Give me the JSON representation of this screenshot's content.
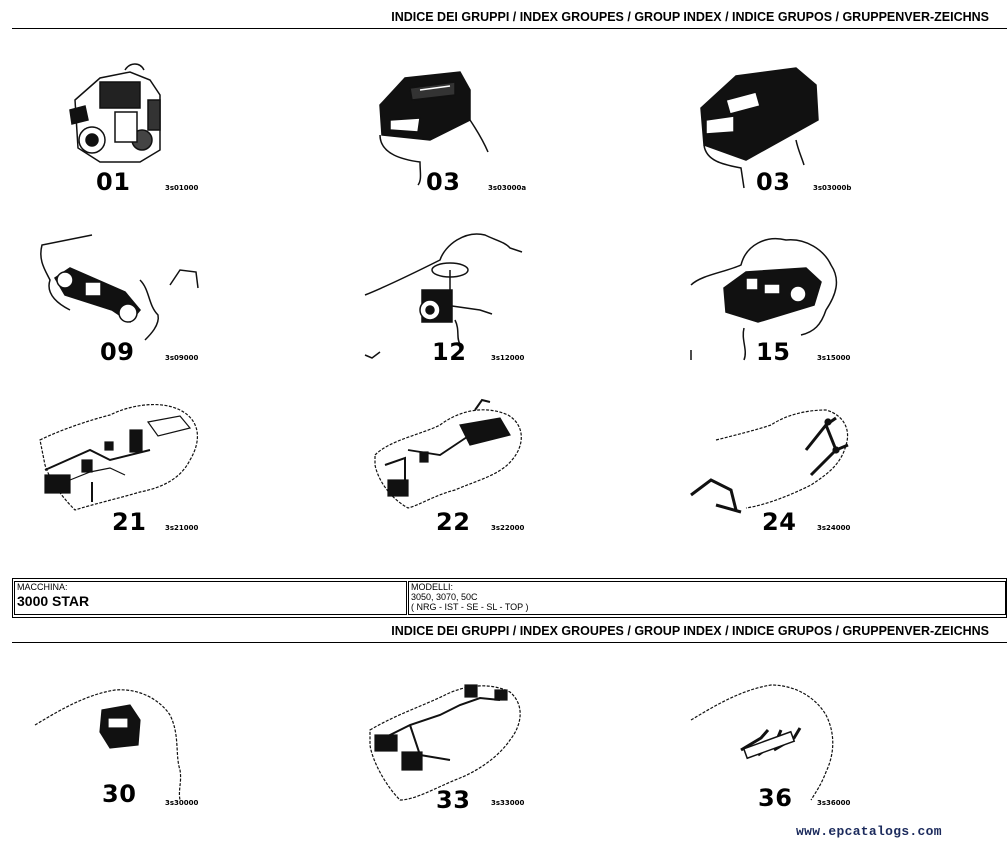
{
  "header": {
    "title": "INDICE DEI GRUPPI / INDEX GROUPES / GROUP INDEX / INDICE GRUPOS / GRUPPENVER-ZEICHNS"
  },
  "groups": [
    {
      "number": "01",
      "code": "3s01000",
      "icon": "engine-icon"
    },
    {
      "number": "03",
      "code": "3s03000a",
      "icon": "hood-icon"
    },
    {
      "number": "03",
      "code": "3s03000b",
      "icon": "hood-icon"
    },
    {
      "number": "09",
      "code": "3s09000",
      "icon": "front-axle-icon"
    },
    {
      "number": "12",
      "code": "3s12000",
      "icon": "steering-wheel-icon"
    },
    {
      "number": "15",
      "code": "3s15000",
      "icon": "transmission-icon"
    },
    {
      "number": "21",
      "code": "3s21000",
      "icon": "hydraulic-system-icon"
    },
    {
      "number": "22",
      "code": "3s22000",
      "icon": "hydraulic-lines-icon"
    },
    {
      "number": "24",
      "code": "3s24000",
      "icon": "linkage-icon"
    },
    {
      "number": "30",
      "code": "3s30000",
      "icon": "seat-icon"
    },
    {
      "number": "33",
      "code": "3s33000",
      "icon": "wiring-harness-icon"
    },
    {
      "number": "36",
      "code": "3s36000",
      "icon": "pedals-icon"
    }
  ],
  "machine": {
    "label": "MACCHINA:",
    "name": "3000 STAR"
  },
  "models": {
    "label": "MODELLI:",
    "list": "3050, 3070, 50C",
    "variants": "( NRG - IST - SE - SL - TOP )"
  },
  "footer": {
    "site": "www.epcatalogs.com"
  }
}
